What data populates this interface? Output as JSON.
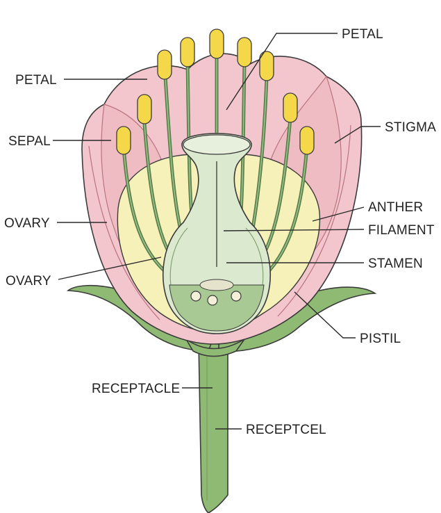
{
  "labels": {
    "petal_top_right": "PETAL",
    "petal_left": "PETAL",
    "sepal_left": "SEPAL",
    "stigma_right": "STIGMA",
    "ovary_left_upper": "OVARY",
    "anther_right": "ANTHER",
    "filament_right": "FILAMENT",
    "ovary_left_lower": "OVARY",
    "stamen_right": "STAMEN",
    "pistil_right": "PISTIL",
    "receptacle_left": "RECEPTACLE",
    "receptcel_right": "RECEPTCEL"
  },
  "colors": {
    "petal_fill": "#f2c6cc",
    "petal_line": "#b9737f",
    "inner_yellow": "#f6f1b9",
    "pistil_fill": "#dbeacf",
    "stem_green": "#8fba74",
    "stem_dark": "#5f8a4d",
    "anther_yellow": "#f4d84a",
    "filament_green": "#6f9462",
    "ovule_fill": "#f3efd9"
  },
  "icons": {
    "ovules": "ovule-circles",
    "anthers": "anther-capsules"
  }
}
